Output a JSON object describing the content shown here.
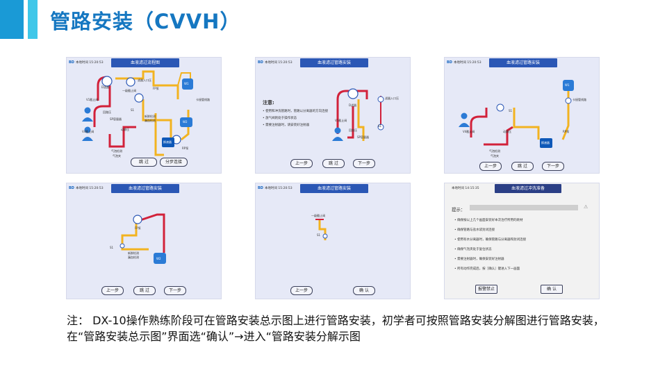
{
  "slide_title": "管路安装（CVVH）",
  "panels": [
    {
      "logo": "BD",
      "time": "本地时间 15:20:53",
      "title": "血液滤过流程图",
      "labels": [
        "D滤器",
        "V1截止阀",
        "回路压",
        "一级截止阀",
        "S1",
        "滤器入口压",
        "FP泵",
        "W1",
        "卡接管线路",
        "V4截止阀",
        "SP容量器",
        "动静压",
        "新鲜检测",
        "漏血检测",
        "W2",
        "气泡检测",
        "气泡夹",
        "换液器",
        "RP泵"
      ],
      "buttons": [
        "跳 过",
        "分步连接"
      ]
    },
    {
      "logo": "BD",
      "time": "本地时间 15:20:53",
      "title": "血液滤过管路安装",
      "note_title": "注意:",
      "notes": [
        "使用和冲洗管路时，管路以分离器的方向连接",
        "放气阀则处于操作状态",
        "需要注射器时，请安装好注射器"
      ],
      "labels": [
        "D滤器",
        "滤器入口压",
        "V1截止阀",
        "S1",
        "回路压",
        "SP容量器"
      ],
      "buttons": [
        "上一步",
        "跳 过",
        "下一步"
      ]
    },
    {
      "logo": "BD",
      "time": "本地时间 15:20:53",
      "title": "血液滤过管路安装",
      "labels": [
        "W1",
        "卡接管线路",
        "S1",
        "V4截止阀",
        "动静压",
        "换液器",
        "RP泵",
        "气泡检测",
        "气泡夹"
      ],
      "buttons": [
        "上一步",
        "跳 过",
        "下一步"
      ]
    },
    {
      "logo": "BD",
      "time": "本地时间 15:20:53",
      "title": "血液滤过管路安装",
      "labels": [
        "FP泵",
        "S1",
        "新鲜检测",
        "漏血检测",
        "W2"
      ],
      "buttons": [
        "上一步",
        "跳 过",
        "下一步"
      ]
    },
    {
      "logo": "BD",
      "time": "本地时间 15:20:53",
      "title": "血液滤过管路安装",
      "labels": [
        "一级截止阀",
        "S1"
      ],
      "buttons": [
        "上一步",
        "确 认"
      ]
    },
    {
      "time": "本地时间 14:15:35",
      "title": "血液滤过冲洗准备",
      "prompt_label": "提示：",
      "notes": [
        "确保按以上几个画面安装好本次治疗所用的耗材",
        "确保管路与盐水袋封闭连接",
        "使用有水分离器时，确保管路与分离器和封闭连接",
        "确保气泡夹处于复位状态",
        "需要注射器时，确保安装好注射器",
        "所有动作完成后，按［确认］键进入下一画面"
      ],
      "buttons": [
        "报警禁止",
        "确 认"
      ]
    }
  ],
  "footer_note": "注：  DX-10操作熟练阶段可在管路安装总示图上进行管路安装，初学者可按照管路安装分解图进行管路安装，在“管路安装总示图”界面选“确认”→进入“管路安装分解示图",
  "colors": {
    "title": "#1577c1",
    "accent_dark": "#1a9ad6",
    "accent_light": "#3fc7e9",
    "bar": "#2b57b5",
    "red_line": "#d2213a",
    "yellow_line": "#f2b320",
    "panel_bg": "#e6e9f7"
  }
}
